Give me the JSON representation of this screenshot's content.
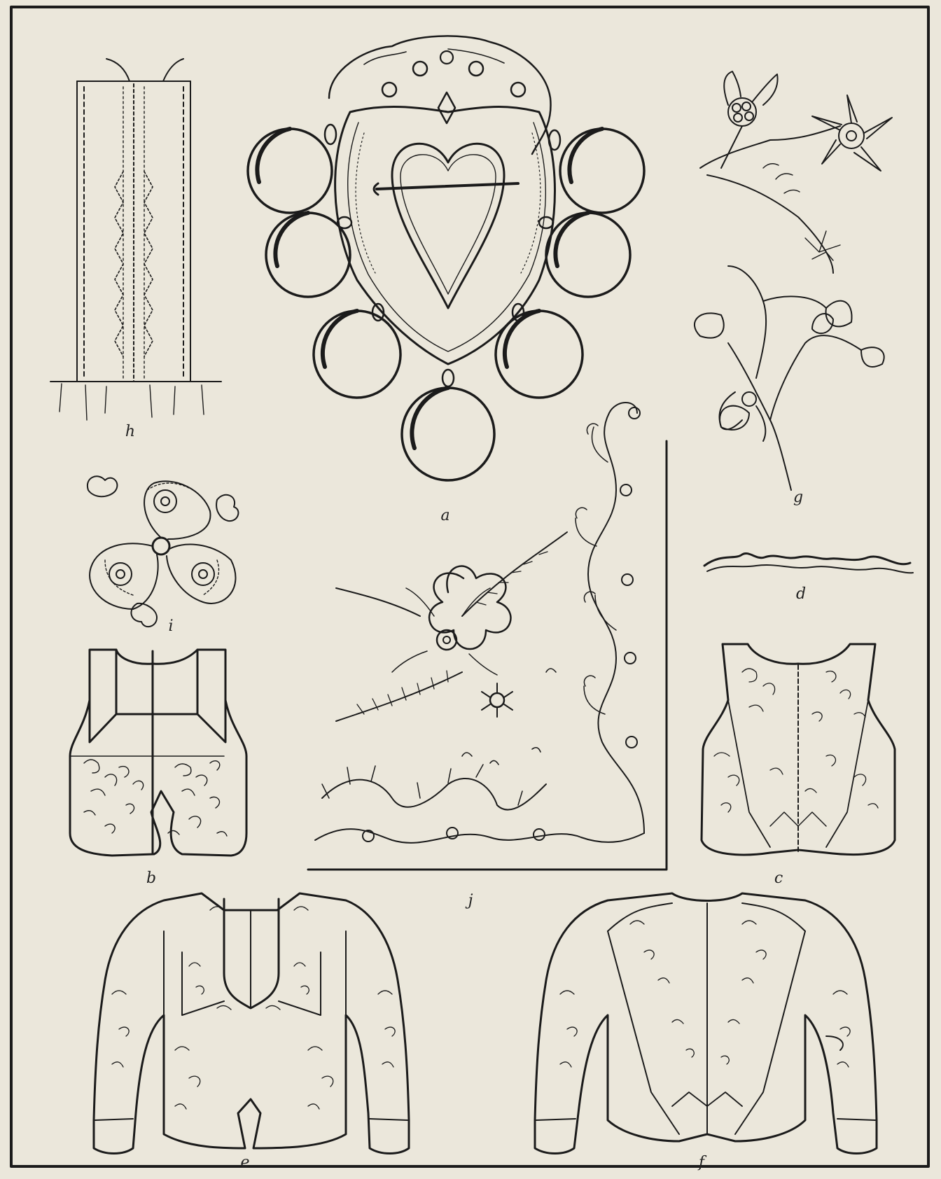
{
  "plate": {
    "labels": {
      "a": "a",
      "b": "b",
      "c": "c",
      "d": "d",
      "e": "e",
      "f": "f",
      "g": "g",
      "h": "h",
      "i": "i",
      "j": "j"
    }
  },
  "colors": {
    "paper": "#ebe7db",
    "ink": "#1b1b1b"
  }
}
